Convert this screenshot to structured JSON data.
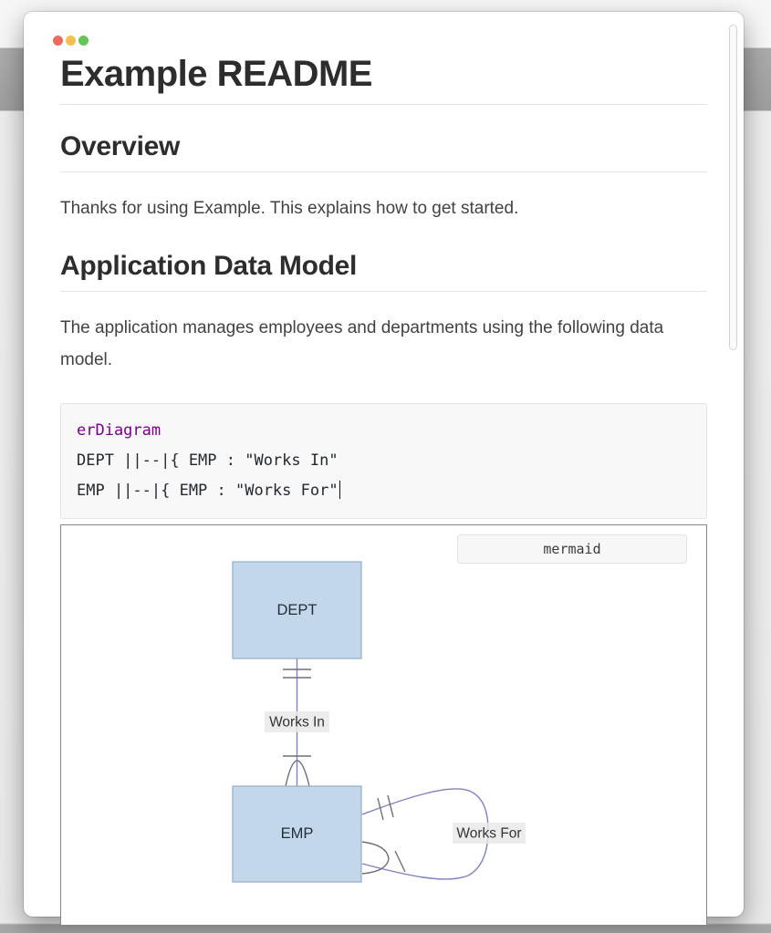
{
  "window": {
    "traffic_lights": {
      "close_color": "#ed6a5e",
      "minimize_color": "#f5bf4f",
      "zoom_color": "#62c554"
    }
  },
  "document": {
    "title": "Example README",
    "overview": {
      "heading": "Overview",
      "paragraph": "Thanks for using Example. This explains how to get started."
    },
    "data_model": {
      "heading": "Application Data Model",
      "paragraph": "The application manages employees and departments using the following data model."
    },
    "code_block": {
      "language": "mermaid",
      "lines": [
        {
          "text": "erDiagram",
          "token": "keyword"
        },
        {
          "text": "DEPT ||--|{ EMP : \"Works In\"",
          "token": "plain"
        },
        {
          "text": "EMP ||--|{ EMP : \"Works For\"",
          "token": "plain",
          "has_caret": true
        }
      ],
      "keyword_color": "#770088"
    },
    "diagram": {
      "badge_label": "mermaid",
      "entities": [
        {
          "name": "DEPT"
        },
        {
          "name": "EMP"
        }
      ],
      "relationships": [
        {
          "from": "DEPT",
          "to": "EMP",
          "label": "Works In",
          "cardinality": "||--|{"
        },
        {
          "from": "EMP",
          "to": "EMP",
          "label": "Works For",
          "cardinality": "||--|{"
        }
      ],
      "colors": {
        "entity_fill": "#c3d7ea",
        "entity_border": "#9bb0c6",
        "relationship_line": "#8080bd",
        "cardinality_marker": "#6f6f7c"
      }
    }
  }
}
